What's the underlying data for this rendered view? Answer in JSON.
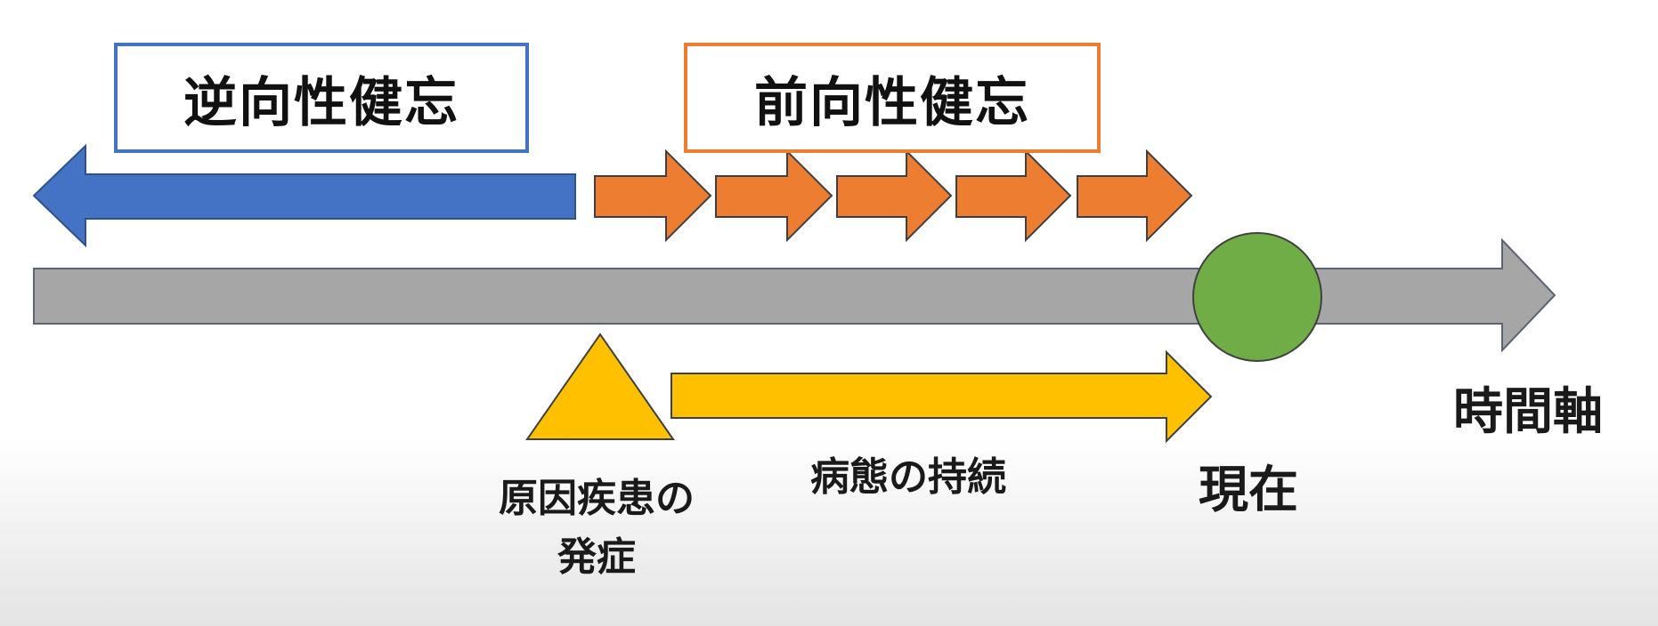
{
  "diagram": {
    "retrograde_label": "逆向性健忘",
    "anterograde_label": "前向性健忘",
    "onset_label_line1": "原因疾患の",
    "onset_label_line2": "発症",
    "persistence_label": "病態の持続",
    "present_label": "現在",
    "time_axis_label": "時間軸"
  },
  "colors": {
    "retrograde": "#4472c4",
    "anterograde": "#ed7d31",
    "timeline": "#a6a6a6",
    "onset": "#ffc000",
    "present": "#70ad47"
  }
}
